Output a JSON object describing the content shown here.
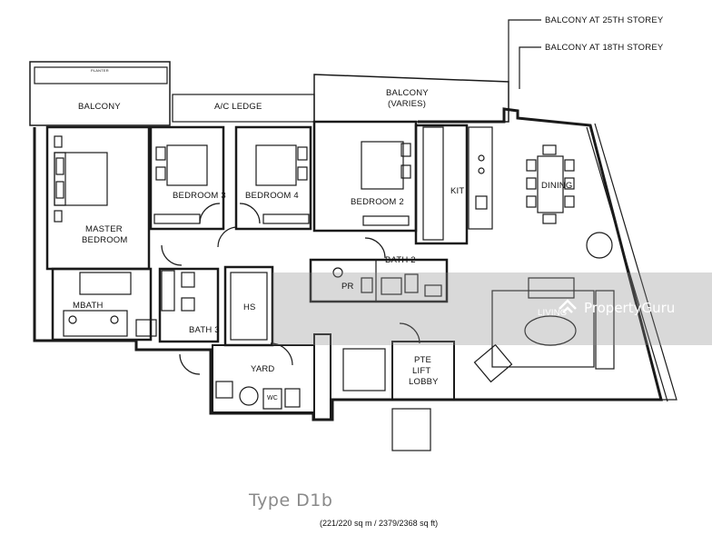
{
  "plan": {
    "callouts": {
      "balcony_25th": "BALCONY AT 25TH STOREY",
      "balcony_18th": "BALCONY AT 18TH STOREY"
    },
    "planter": "PLANTER",
    "rooms": {
      "balcony_left": "BALCONY",
      "ac_ledge": "A/C LEDGE",
      "balcony_varies_1": "BALCONY",
      "balcony_varies_2": "(VARIES)",
      "bedroom3": "BEDROOM 3",
      "bedroom4": "BEDROOM 4",
      "bedroom2": "BEDROOM 2",
      "kit": "KIT",
      "dining": "DINING",
      "master_1": "MASTER",
      "master_2": "BEDROOM",
      "bath2": "BATH 2",
      "pr": "PR",
      "mbath": "MBATH",
      "hs": "HS",
      "bath3": "BATH 3",
      "yard": "YARD",
      "wc": "WC",
      "living": "LIVING",
      "lobby_1": "PTE",
      "lobby_2": "LIFT",
      "lobby_3": "LOBBY"
    },
    "type_title": "Type D1b",
    "area": "(221/220 sq m / 2379/2368 sq ft)",
    "watermark": "PropertyGuru"
  },
  "colors": {
    "line": "#1a1a1a",
    "title_gray": "#8a8a8a",
    "watermark_band": "#8c8c8c"
  }
}
